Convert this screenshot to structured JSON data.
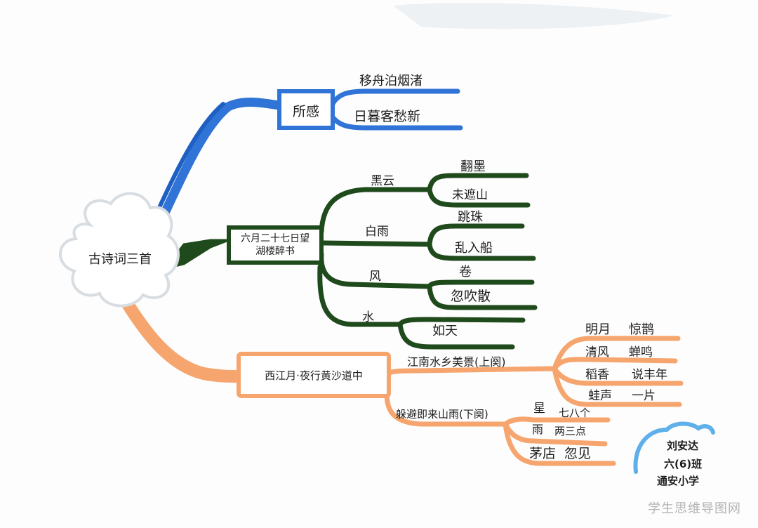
{
  "center": "古诗词三首",
  "colors": {
    "blue": "#2f74d6",
    "green": "#1f4a1c",
    "orange": "#f5a56d"
  },
  "branch1": {
    "node": "所感",
    "leaves": [
      "移舟泊烟渚",
      "日暮客愁新"
    ]
  },
  "branch2": {
    "node_line1": "六月二十七日望",
    "node_line2": "湖楼醉书",
    "subs": [
      {
        "label": "黑云",
        "leaves": [
          "翻墨",
          "未遮山"
        ]
      },
      {
        "label": "白雨",
        "leaves": [
          "跳珠",
          "乱入船"
        ]
      },
      {
        "label": "风",
        "leaves": [
          "卷",
          "忽吹散"
        ]
      },
      {
        "label": "水",
        "leaves": [
          "如天"
        ]
      }
    ]
  },
  "branch3": {
    "node": "西江月·夜行黄沙道中",
    "subs": [
      {
        "label": "江南水乡美景(上阕)",
        "leaves": [
          [
            "明月",
            "惊鹊"
          ],
          [
            "清风",
            "蝉鸣"
          ],
          [
            "稻香",
            "说丰年"
          ],
          [
            "蛙声",
            "一片"
          ]
        ]
      },
      {
        "label": "躲避即来山雨(下阕)",
        "leaves": [
          [
            "星",
            "七八个"
          ],
          [
            "雨",
            "两三点"
          ],
          [
            "茅店",
            "忽见"
          ]
        ]
      }
    ]
  },
  "signature": {
    "line1": "刘安达",
    "line2": "六(6)班",
    "line3": "通安小学"
  },
  "watermark": "学生思维导图网"
}
